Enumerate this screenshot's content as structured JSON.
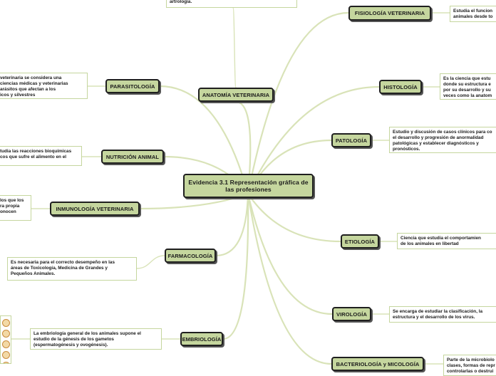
{
  "central": "Evidencia 3.1 Representación gráfica de las profesiones",
  "branches": {
    "fisiologia": {
      "label": "FISIOLOGÍA VETERINARIA",
      "note": "Estudia el funcion\nanimales desde to"
    },
    "anatomia": {
      "label": "ANATOMÍA VETERINARIA",
      "note": "artrología."
    },
    "parasitologia": {
      "label": "PARASITOLOGÍA",
      "note": "veterinaria se considera una\nciencias médicas y veterinarias\narásitos que afectan a los\nicos y silvestres"
    },
    "histologia": {
      "label": "HISTOLOGÍA",
      "note": "Es la ciencia que estu\ndonde su estructura e\npor su desarrollo y su\nveces como la anatom"
    },
    "patologia": {
      "label": "PATOLOGÍA",
      "note": "Estudio y discusión de casos clínicos para co\nel desarrollo y progresión de anormalidad\npatológicas y establecer diagnósticos y\npronósticos."
    },
    "nutricion": {
      "label": "NUTRICIÓN ANIMAL",
      "note": "tudia las reacciones bioquímicas\ncos que sufre el alimento en el"
    },
    "inmunologia": {
      "label": "INMUNOLOGÍA VETERINARIA",
      "note": "los que los\nra propia\nonocen"
    },
    "etiologia": {
      "label": "ETIOLOGÍA",
      "note": "Ciencia que estudia el comportamien\nde los animales en libertad"
    },
    "farmacologia": {
      "label": "FARMACOLOGÍA",
      "note": "Es necesaria para el correcto desempeño en las\náreas de Toxicología, Medicina de Grandes y\nPequeños Animales."
    },
    "virologia": {
      "label": "VIROLOGÍA",
      "note": "Se encarga de estudiar la clasificación, la\nestructura y el desarrollo de los virus."
    },
    "embriologia": {
      "label": "EMBRIOLOGÍA",
      "note": "La embriología general de los animales supone el\nestudio de la génesis de los gametos\n(espermatogénesis y ovogénesis)."
    },
    "bacteriologia": {
      "label": "BACTERIOLOGÍA y MICOLOGÍA",
      "note": "Parte de la microbiolo\nclases, formas de repr\ncontrolarlas o destrui"
    }
  },
  "colors": {
    "node_fill": "#c5d69e",
    "node_border": "#1f1f1f",
    "link": "#d9e3b8",
    "note_border": "#c5d69e"
  }
}
